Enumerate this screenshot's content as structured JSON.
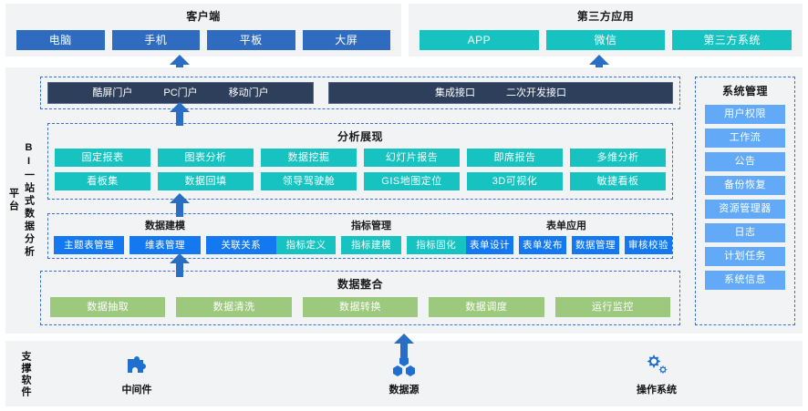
{
  "client": {
    "title": "客户端",
    "items": [
      "电脑",
      "手机",
      "平板",
      "大屏"
    ]
  },
  "third_party": {
    "title": "第三方应用",
    "items": [
      "APP",
      "微信",
      "第三方系统"
    ]
  },
  "platform": {
    "side_label_main": "BI一站式数据分析",
    "side_label_sub": "平台",
    "portal_left": [
      "酷屏门户",
      "PC门户",
      "移动门户"
    ],
    "portal_right": [
      "集成接口",
      "二次开发接口"
    ],
    "analysis": {
      "title": "分析展现",
      "row1": [
        "固定报表",
        "图表分析",
        "数据挖掘",
        "幻灯片报告",
        "即席报告",
        "多维分析"
      ],
      "row2": [
        "看板集",
        "数据回填",
        "领导驾驶舱",
        "GIS地图定位",
        "3D可视化",
        "敏捷看板"
      ]
    },
    "middle_groups": [
      {
        "title": "数据建模",
        "style": "brightblue",
        "items": [
          "主题表管理",
          "维表管理",
          "关联关系"
        ]
      },
      {
        "title": "指标管理",
        "style": "teal",
        "items": [
          "指标定义",
          "指标建模",
          "指标固化"
        ]
      },
      {
        "title": "表单应用",
        "style": "brightblue",
        "items": [
          "表单设计",
          "表单发布",
          "数据管理",
          "审核校验"
        ]
      }
    ],
    "integration": {
      "title": "数据整合",
      "items": [
        "数据抽取",
        "数据清洗",
        "数据转换",
        "数据调度",
        "运行监控"
      ]
    },
    "system_management": {
      "title": "系统管理",
      "items": [
        "用户权限",
        "工作流",
        "公告",
        "备份恢复",
        "资源管理器",
        "日志",
        "计划任务",
        "系统信息"
      ]
    }
  },
  "support": {
    "label": "支撑软件",
    "items": [
      {
        "name": "中间件",
        "icon": "puzzle-piece-icon"
      },
      {
        "name": "数据源",
        "icon": "database-nodes-icon"
      },
      {
        "name": "操作系统",
        "icon": "gear-icon"
      }
    ]
  },
  "colors": {
    "client_blue": "#2f6cc0",
    "third_party_teal": "#17c3c0",
    "analysis_teal": "#17c3c0",
    "modeling_blue": "#1478f0",
    "system_blue": "#62a9f7",
    "integration_green": "#9dc97f",
    "portal_dark": "#2e3f5c",
    "arrow_blue": "#2a6dc4",
    "panel_bg": "#f2f3f4",
    "dashed_border": "#3a6fd8"
  }
}
